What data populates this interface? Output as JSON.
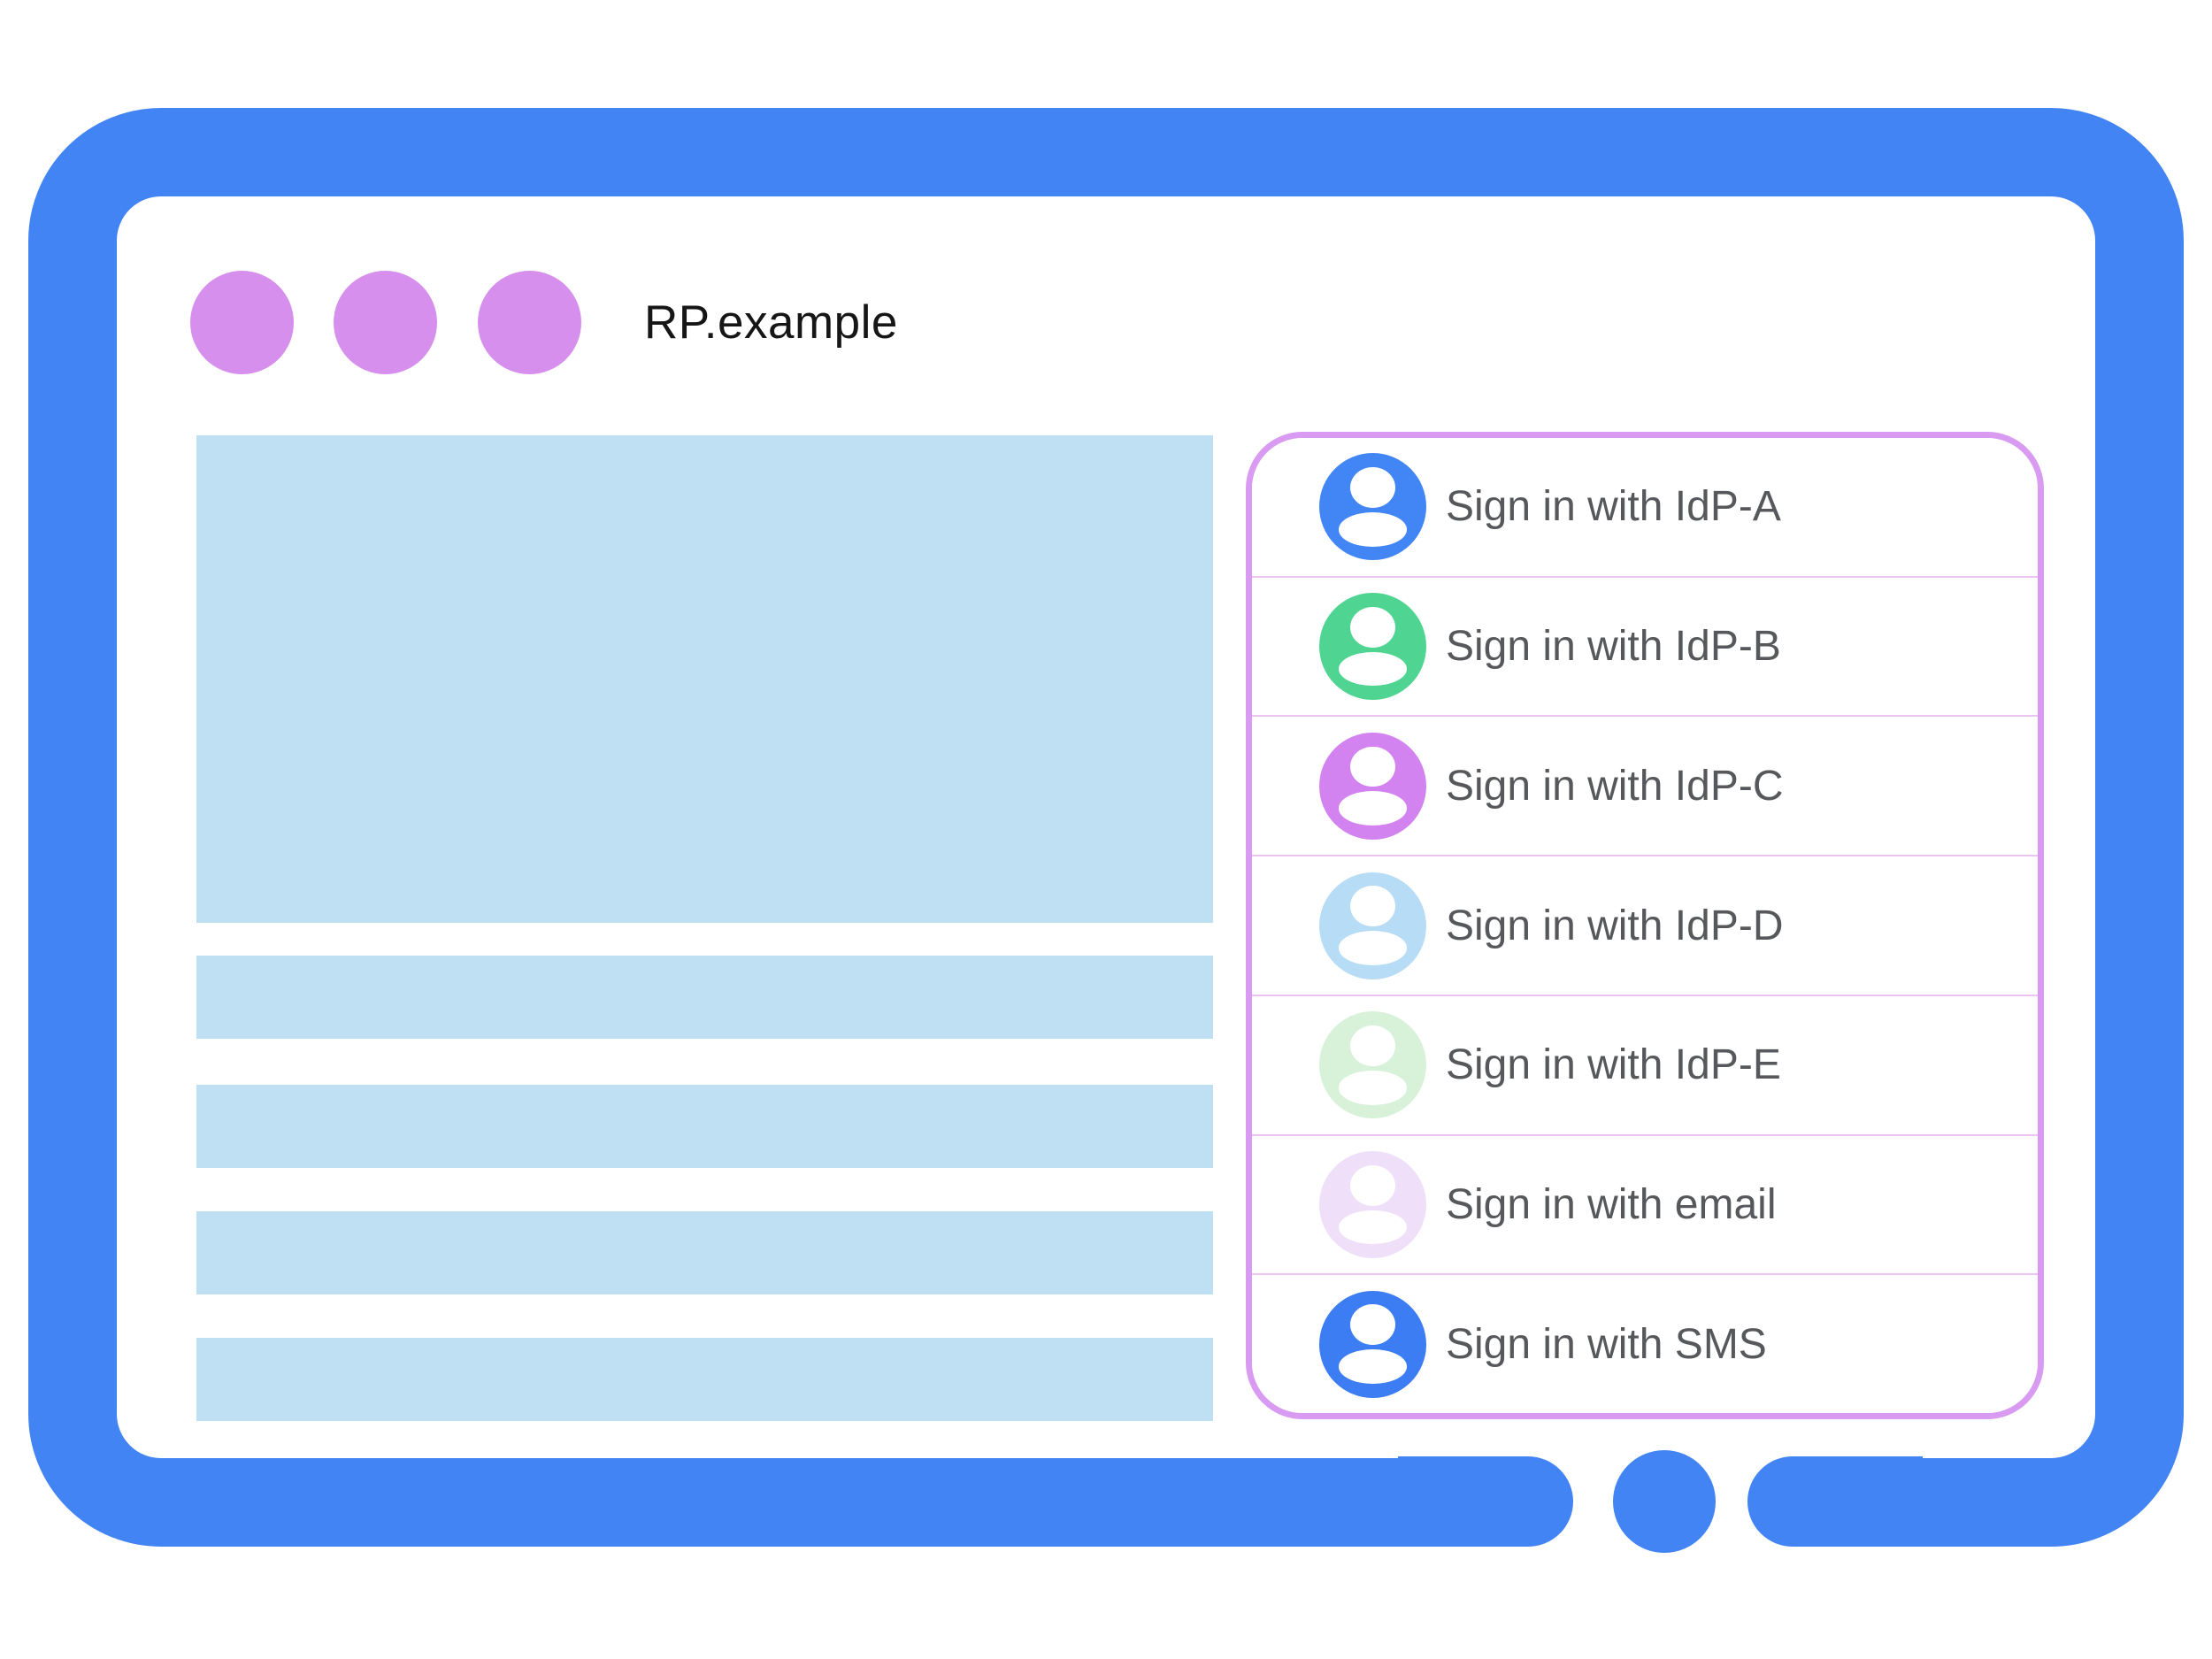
{
  "colors": {
    "frame_blue": "#4284F4",
    "window_dot_purple": "#D78FEE",
    "placeholder_blue": "#BFDFF3",
    "dialog_border_purple": "#D99BF2",
    "row_separator_purple": "#ECC4F3",
    "row_text_gray": "#56585C",
    "title_black": "#161616"
  },
  "browser": {
    "title": "RP.example",
    "window_dots_count": 3
  },
  "signin_dialog": {
    "rows": [
      {
        "label": "Sign in with IdP-A",
        "avatar_color": "#4285F4"
      },
      {
        "label": "Sign in with IdP-B",
        "avatar_color": "#4FD492"
      },
      {
        "label": "Sign in with IdP-C",
        "avatar_color": "#D283F0"
      },
      {
        "label": "Sign in with IdP-D",
        "avatar_color": "#B7DCF5"
      },
      {
        "label": "Sign in with IdP-E",
        "avatar_color": "#D8F2DA"
      },
      {
        "label": "Sign in with email",
        "avatar_color": "#EFDFF8"
      },
      {
        "label": "Sign in with SMS",
        "avatar_color": "#3C7DF3"
      }
    ]
  }
}
